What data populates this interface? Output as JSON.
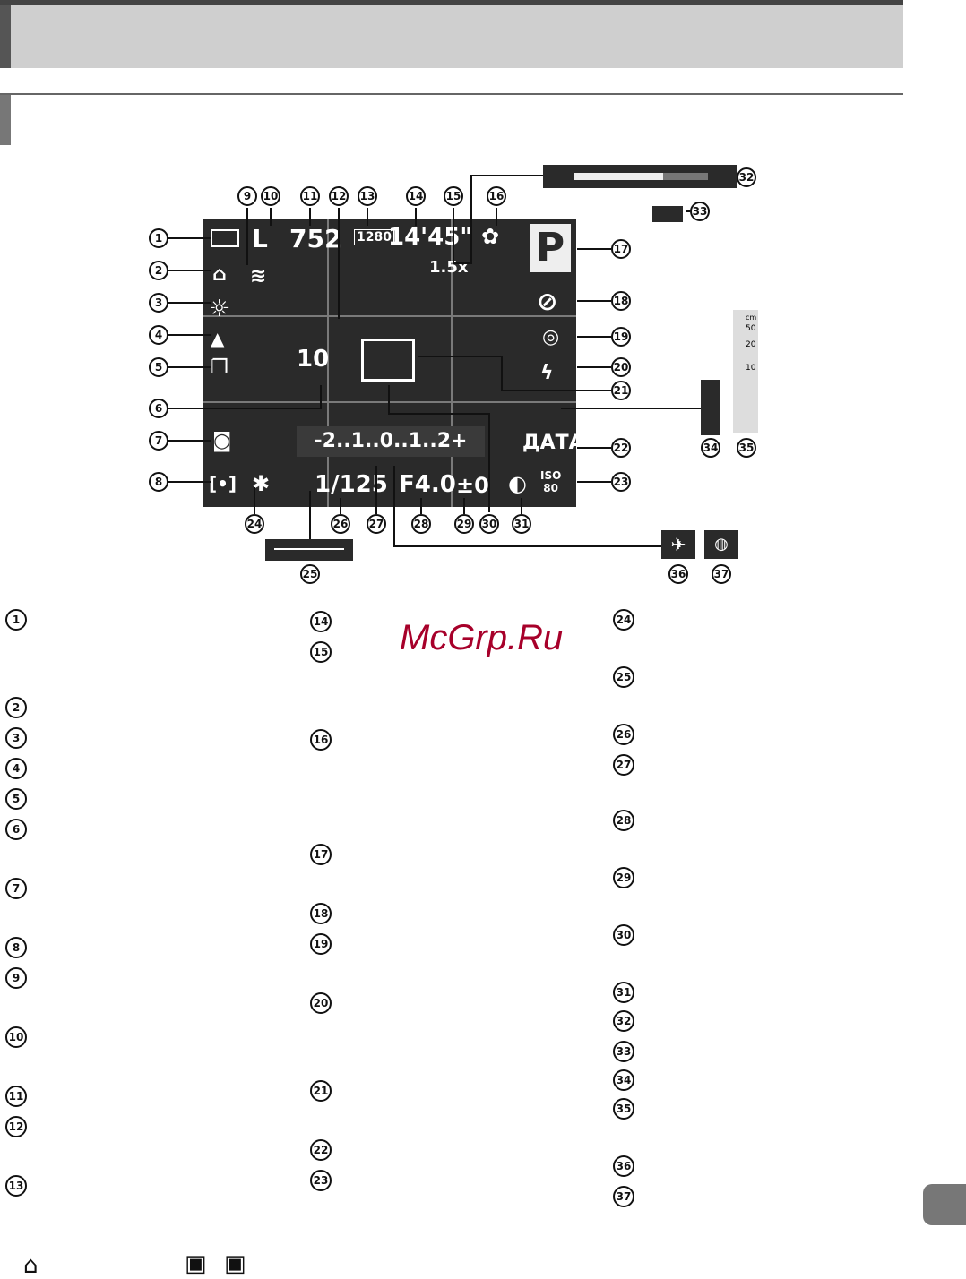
{
  "screen": {
    "shots_remaining": "752",
    "movie_size": "1280",
    "record_time": "14'45\"",
    "zoom": "1.5x",
    "mode": "P",
    "date_stamp": "ДАТА",
    "iso_label": "ISO",
    "iso_value": "80",
    "shutter": "1/125",
    "aperture": "F4.0",
    "exposure_comp": "±0",
    "scale": "-2..1..0..1..2+",
    "image_size": "L",
    "timer": "10",
    "depth_unit": "cm",
    "depth_ticks": [
      "50",
      "20",
      "10"
    ]
  },
  "callouts": [
    {
      "n": "1"
    },
    {
      "n": "2"
    },
    {
      "n": "3"
    },
    {
      "n": "4"
    },
    {
      "n": "5"
    },
    {
      "n": "6"
    },
    {
      "n": "7"
    },
    {
      "n": "8"
    },
    {
      "n": "9"
    },
    {
      "n": "10"
    },
    {
      "n": "11"
    },
    {
      "n": "12"
    },
    {
      "n": "13"
    },
    {
      "n": "14"
    },
    {
      "n": "15"
    },
    {
      "n": "16"
    },
    {
      "n": "17"
    },
    {
      "n": "18"
    },
    {
      "n": "19"
    },
    {
      "n": "20"
    },
    {
      "n": "21"
    },
    {
      "n": "22"
    },
    {
      "n": "23"
    },
    {
      "n": "24"
    },
    {
      "n": "25"
    },
    {
      "n": "26"
    },
    {
      "n": "27"
    },
    {
      "n": "28"
    },
    {
      "n": "29"
    },
    {
      "n": "30"
    },
    {
      "n": "31"
    },
    {
      "n": "32"
    },
    {
      "n": "33"
    },
    {
      "n": "34"
    },
    {
      "n": "35"
    },
    {
      "n": "36"
    },
    {
      "n": "37"
    }
  ],
  "watermark": "McGrp.Ru",
  "icons": [
    "battery-icon",
    "camera-orientation-icon",
    "white-balance-icon",
    "my-colors-icon",
    "drive-mode-icon",
    "self-timer-icon",
    "camera-shake-icon",
    "metering-icon",
    "wifi-icon",
    "macro-icon",
    "flash-off-icon",
    "image-stabilizer-icon",
    "flash-exposure-icon",
    "af-lock-icon",
    "face-detect-icon",
    "airplane-icon",
    "is-mode-icon"
  ]
}
